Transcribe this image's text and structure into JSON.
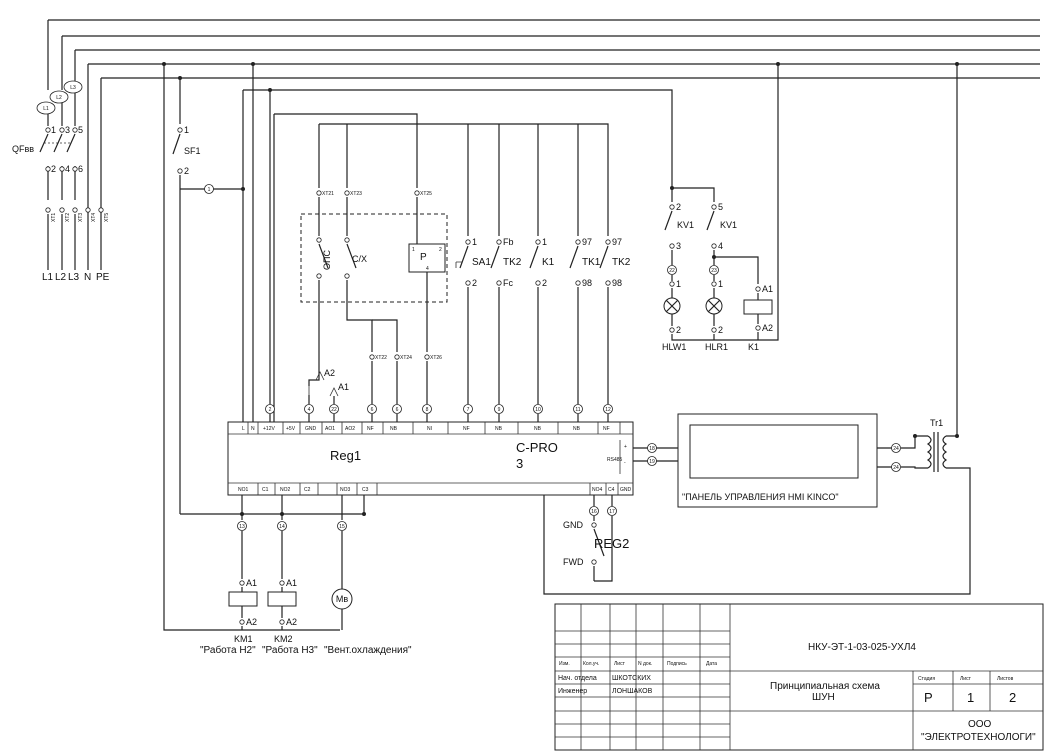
{
  "supply": {
    "top_tags": [
      "L1",
      "L2",
      "L3"
    ],
    "breaker_label": "QFвв",
    "breaker_pins_top": [
      "1",
      "3",
      "5"
    ],
    "breaker_pins_bottom": [
      "2",
      "4",
      "6"
    ],
    "xt_labels": [
      "XT1",
      "XT2",
      "XT3",
      "XT4",
      "XT5"
    ],
    "bottom_labels": [
      "L1",
      "L2",
      "L3",
      "N",
      "PE"
    ]
  },
  "sf1": {
    "label": "SF1",
    "pin_top": "1",
    "pin_bottom": "2",
    "node": "1"
  },
  "dashed_group": {
    "ops": "ОПС",
    "cx": "С/Х",
    "p_label": "P",
    "p_pin_1": "1",
    "p_pin_2": "2",
    "p_pin_4": "4",
    "xt_top": [
      "XT21",
      "XT23",
      "XT25"
    ],
    "xt_bottom": [
      "XT22",
      "XT24",
      "XT26"
    ]
  },
  "analog": {
    "a2": "A2",
    "a1": "A1"
  },
  "contacts": [
    {
      "label": "SA1",
      "top": "1",
      "bottom": "2"
    },
    {
      "label": "TK2",
      "top": "Fb",
      "bottom": "Fc"
    },
    {
      "label": "K1",
      "top": "1",
      "bottom": "2"
    },
    {
      "label": "TK1",
      "top": "97",
      "bottom": "98"
    },
    {
      "label": "TK2",
      "top": "97",
      "bottom": "98"
    }
  ],
  "relays": {
    "kv1_a": {
      "label": "KV1",
      "top": "2",
      "bottom": "3"
    },
    "kv1_b": {
      "label": "KV1",
      "top": "5",
      "bottom": "4"
    },
    "hlw1": {
      "label": "HLW1",
      "node": "22",
      "pin1": "1",
      "pin2": "2"
    },
    "hlr1": {
      "label": "HLR1",
      "node": "23",
      "pin1": "1",
      "pin2": "2"
    },
    "k1": {
      "label": "K1",
      "a1": "A1",
      "a2": "A2"
    }
  },
  "controller": {
    "name": "Reg1",
    "model": "C-PRO",
    "model_num": "3",
    "top_nodes": [
      "2",
      "4",
      "22",
      "6",
      "6",
      "8",
      "7",
      "9",
      "10",
      "11",
      "12"
    ],
    "right_nodes": [
      "18",
      "19"
    ],
    "bottom_nodes": [
      "13",
      "14",
      "15",
      "16",
      "17"
    ],
    "top_terms": [
      "L",
      "N",
      "+12V",
      "+5V",
      "GND",
      "AO1",
      "AO2",
      "NF",
      "NB",
      "NI",
      "NF",
      "NB",
      "NB",
      "NB",
      "NF"
    ],
    "bottom_terms": [
      "NO1",
      "C1",
      "NO2",
      "C2",
      "NO3",
      "C3",
      "NO4",
      "C4",
      "GND"
    ],
    "rs485": [
      "+",
      "RS485",
      "-"
    ]
  },
  "hmi": {
    "caption": "\"ПАНЕЛЬ УПРАВЛЕНИЯ HMI KINCO\""
  },
  "transformer": {
    "label": "Tr1",
    "node": "24"
  },
  "reg2": {
    "label": "REG2",
    "gnd": "GND",
    "fwd": "FWD"
  },
  "outputs": {
    "km1": {
      "label": "KM1",
      "a1": "A1",
      "a2": "A2"
    },
    "km2": {
      "label": "KM2",
      "a1": "A1",
      "a2": "A2"
    },
    "motor": "Мв",
    "caption_1": "\"Работа Н2\"",
    "caption_2": "\"Работа Н3\"",
    "caption_3": "\"Вент.охлаждения\""
  },
  "title_block": {
    "doc_number": "НКУ-ЭТ-1-03-025-УХЛ4",
    "col_headers": [
      "Изм.",
      "Кол.уч.",
      "Лист",
      "N док.",
      "Подпись",
      "Дата"
    ],
    "role_1": "Нач. отдела",
    "name_1": "ШКОТСКИХ",
    "role_2": "Инженер",
    "name_2": "ЛОНШАКОВ",
    "title_line1": "Принципиальная схема",
    "title_line2": "ШУН",
    "stage_header": "Стадия",
    "sheet_header": "Лист",
    "sheets_header": "Листов",
    "stage": "Р",
    "sheet": "1",
    "sheets": "2",
    "company_line1": "ООО",
    "company_line2": "\"ЭЛЕКТРОТЕХНОЛОГИ\""
  }
}
